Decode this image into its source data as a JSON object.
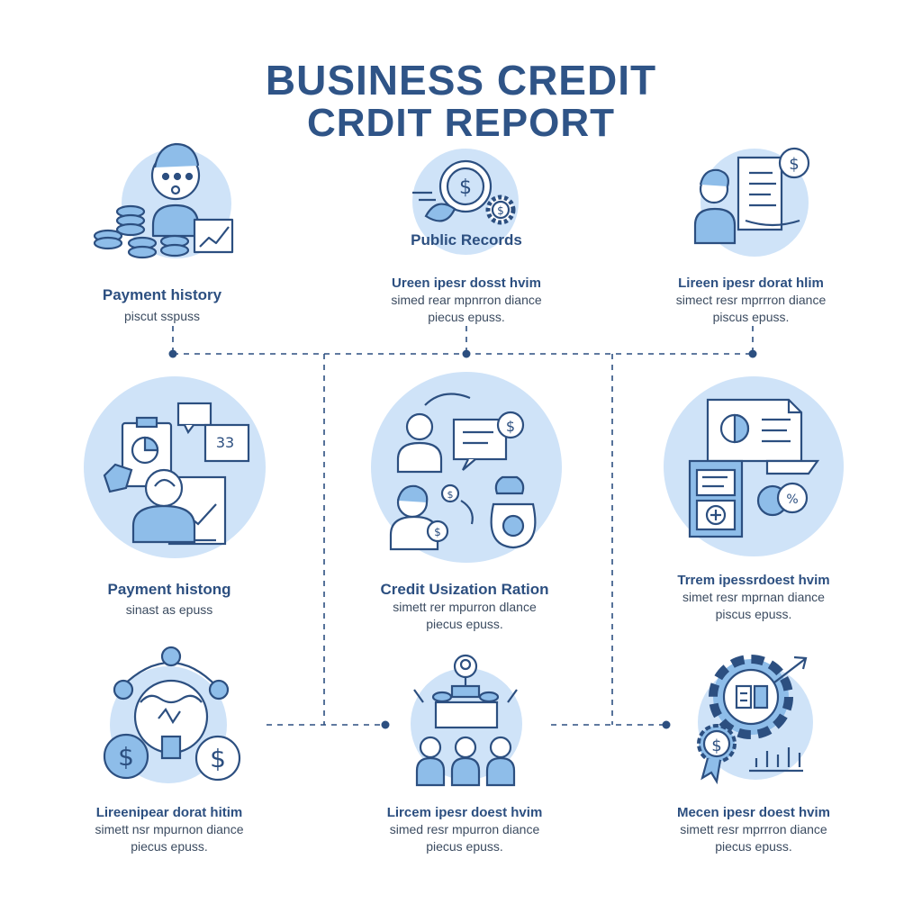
{
  "title": {
    "line1": "BUSINESS CREDIT",
    "line2": "CRDIT REPORT"
  },
  "colors": {
    "accent": "#2f5487",
    "circle": "#cfe3f8",
    "icon_fill": "#8ebde9",
    "line": "#2c4f80"
  },
  "nodes": [
    {
      "label": "Payment history",
      "desc": [
        "piscut sspuss"
      ]
    },
    {
      "label": "Public Records",
      "desc": [
        "Ureen ipesr dosst hvim",
        "simed rear mpnrron diance",
        "piecus epuss."
      ]
    },
    {
      "label": "",
      "desc": [
        "Lireen ipesr dorat hlim",
        "simect resr mprrron diance",
        "piscus epuss."
      ]
    },
    {
      "label": "Payment histong",
      "desc": [
        "sinast as epuss"
      ]
    },
    {
      "label": "Credit Usization Ration",
      "desc": [
        "simett rer mpurron dlance",
        "piecus epuss."
      ]
    },
    {
      "label": "",
      "desc": [
        "Trrem ipessrdoest hvim",
        "simet resr mprnan diance",
        "piscus epuss."
      ]
    },
    {
      "label": "",
      "desc": [
        "Lireenipear dorat hitim",
        "simett nsr mpurnon diance",
        "piecus epuss."
      ]
    },
    {
      "label": "",
      "desc": [
        "Lircem ipesr doest hvim",
        "simed resr mpurron diance",
        "piecus epuss."
      ]
    },
    {
      "label": "",
      "desc": [
        "Mecen ipesr doest hvim",
        "simett resr mprrron diance",
        "piecus epuss."
      ]
    }
  ],
  "icons": [
    "businessman-coins-chart-icon",
    "dollar-coin-gear-icon",
    "person-document-dollar-icon",
    "clipboard-chart-person-icon",
    "people-chat-money-bag-icon",
    "documents-percent-icon",
    "network-dollar-coins-icon",
    "team-meeting-icon",
    "gear-award-growth-icon"
  ]
}
